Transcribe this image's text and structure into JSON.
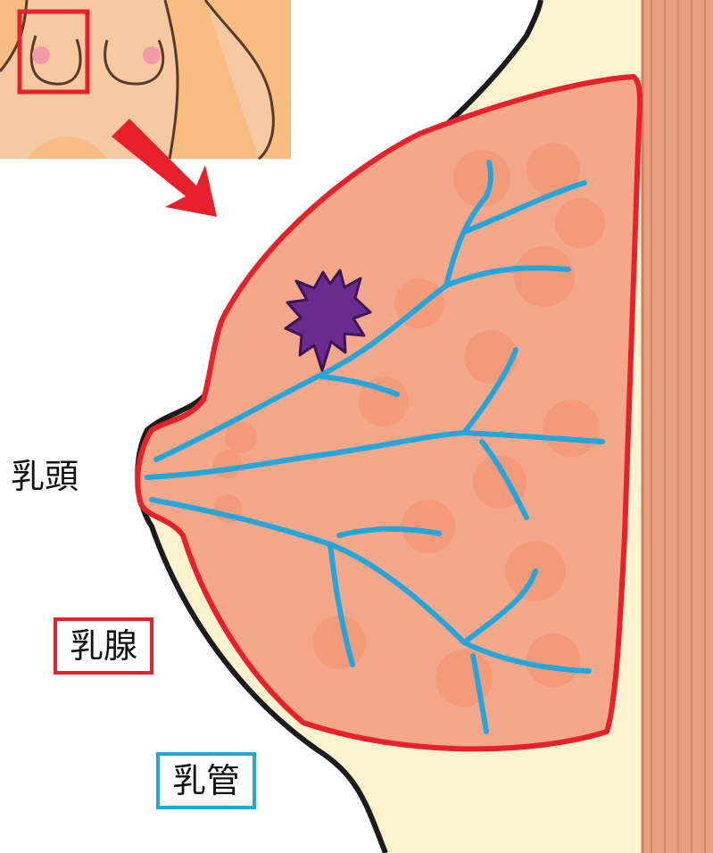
{
  "labels": {
    "nipple": "乳頭",
    "mammary_gland": "乳腺",
    "milk_duct": "乳管"
  },
  "colors": {
    "skin": "#f3b48b",
    "tissue": "#f5a889",
    "lobule": "#f08f6e",
    "gland_outline": "#e8202a",
    "duct": "#22a6dc",
    "fat": "#fdf3cf",
    "muscle": "#e9a07e",
    "tumor": "#6a2b8f",
    "arrow": "#e8202a"
  }
}
